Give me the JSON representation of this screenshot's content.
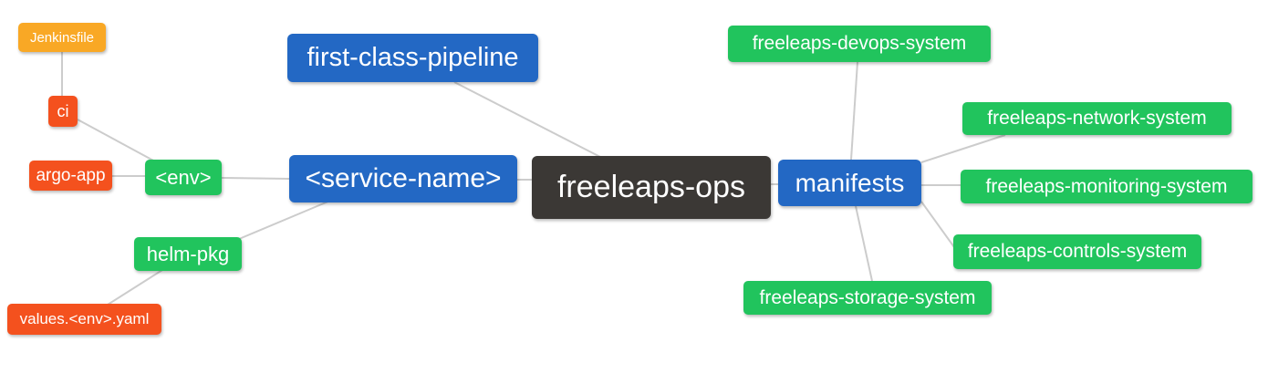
{
  "palette": {
    "blue": "#2368C4",
    "green": "#21C45D",
    "dark": "#3B3835",
    "orange": "#F4511E",
    "amber": "#F9A825",
    "edge": "#CCCCCC",
    "text": "#FFFFFF"
  },
  "diagram": {
    "type": "mindmap",
    "root": "freeleaps-ops"
  },
  "nodes": [
    {
      "id": "jenkinsfile",
      "label": "Jenkinsfile",
      "color": "amber"
    },
    {
      "id": "ci",
      "label": "ci",
      "color": "orange"
    },
    {
      "id": "argo-app",
      "label": "argo-app",
      "color": "orange"
    },
    {
      "id": "env",
      "label": "<env>",
      "color": "green"
    },
    {
      "id": "helm-pkg",
      "label": "helm-pkg",
      "color": "green"
    },
    {
      "id": "values-env-yaml",
      "label": "values.<env>.yaml",
      "color": "orange"
    },
    {
      "id": "service-name",
      "label": "<service-name>",
      "color": "blue"
    },
    {
      "id": "first-class-pipeline",
      "label": "first-class-pipeline",
      "color": "blue"
    },
    {
      "id": "freeleaps-ops",
      "label": "freeleaps-ops",
      "color": "dark"
    },
    {
      "id": "manifests",
      "label": "manifests",
      "color": "blue"
    },
    {
      "id": "devops-system",
      "label": "freeleaps-devops-system",
      "color": "green"
    },
    {
      "id": "network-system",
      "label": "freeleaps-network-system",
      "color": "green"
    },
    {
      "id": "monitoring-system",
      "label": "freeleaps-monitoring-system",
      "color": "green"
    },
    {
      "id": "controls-system",
      "label": "freeleaps-controls-system",
      "color": "green"
    },
    {
      "id": "storage-system",
      "label": "freeleaps-storage-system",
      "color": "green"
    }
  ],
  "edges": [
    {
      "from": "Jenkinsfile",
      "to": "ci"
    },
    {
      "from": "ci",
      "to": "<env>"
    },
    {
      "from": "argo-app",
      "to": "<env>"
    },
    {
      "from": "<env>",
      "to": "<service-name>"
    },
    {
      "from": "helm-pkg",
      "to": "<service-name>"
    },
    {
      "from": "values.<env>.yaml",
      "to": "helm-pkg"
    },
    {
      "from": "<service-name>",
      "to": "freeleaps-ops"
    },
    {
      "from": "first-class-pipeline",
      "to": "freeleaps-ops"
    },
    {
      "from": "freeleaps-ops",
      "to": "manifests"
    },
    {
      "from": "manifests",
      "to": "freeleaps-devops-system"
    },
    {
      "from": "manifests",
      "to": "freeleaps-network-system"
    },
    {
      "from": "manifests",
      "to": "freeleaps-monitoring-system"
    },
    {
      "from": "manifests",
      "to": "freeleaps-controls-system"
    },
    {
      "from": "manifests",
      "to": "freeleaps-storage-system"
    }
  ]
}
